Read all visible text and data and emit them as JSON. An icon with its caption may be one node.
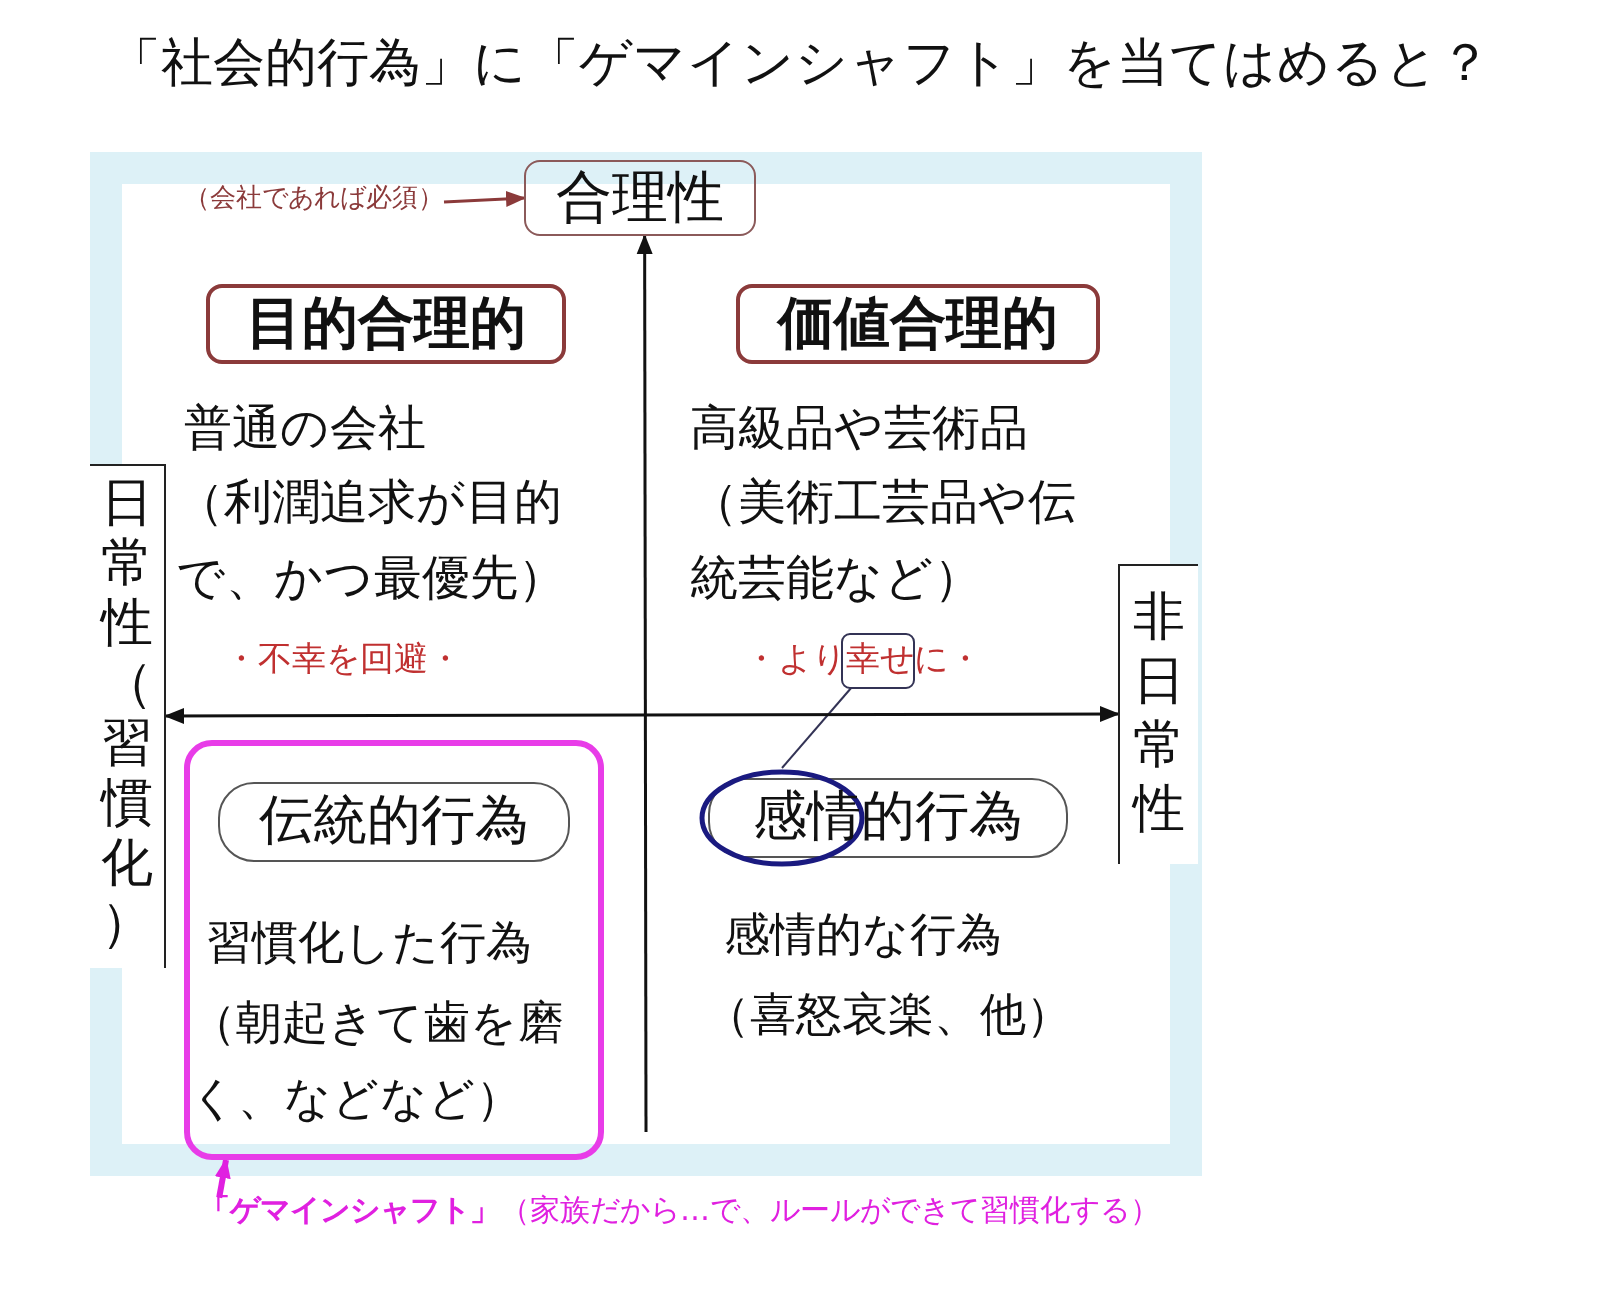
{
  "diagram": {
    "title": "「社会的行為」に「ゲマインシャフト」を当てはめると？",
    "nodes": [
      {
        "text": [
          "（会社であれば必須）"
        ]
      },
      {
        "text": [
          "合理性"
        ]
      },
      {
        "text": [
          "目的合理的"
        ]
      },
      {
        "text": [
          "価値合理的"
        ]
      },
      {
        "text": [
          "日常性（習慣化）"
        ]
      },
      {
        "text": [
          "非日常性"
        ]
      },
      {
        "text": [
          "習慣化した行為",
          "（朝起きて歯を磨く、などなど）"
        ]
      },
      {
        "text": [
          "伝統的行為"
        ],
        "in": 6
      },
      {
        "text": [
          "感情的行為"
        ]
      },
      {
        "text": [],
        "shape": "ellipse",
        "in": 8
      },
      {
        "text": [
          "・より幸せに・"
        ]
      },
      {
        "text": [
          "**「ゲマインシャフト」**（家族だから…で、ルールができて習慣化する）"
        ]
      }
    ],
    "edges": [
      {
        "from": 0,
        "to": 1,
        "arrow": "to",
        "color": "#8b3a3a"
      },
      {
        "from": 10,
        "to": 9,
        "arrow": "none",
        "color": "#333355"
      },
      {
        "from": 11,
        "to": 6,
        "arrow": "to",
        "style": "thick",
        "color": "#e020e0"
      },
      {
        "from": null,
        "to": 1,
        "arrow": "to"
      },
      {
        "from": 4,
        "to": 5,
        "arrow": "both"
      }
    ],
    "labels": [
      "普通の会社",
      "（利潤追求が目的で、かつ最優先）",
      "・不幸を回避・",
      "高級品や芸術品",
      "（美術工芸品や伝統芸能など）",
      "感情的な行為",
      "（喜怒哀楽、他）"
    ]
  }
}
